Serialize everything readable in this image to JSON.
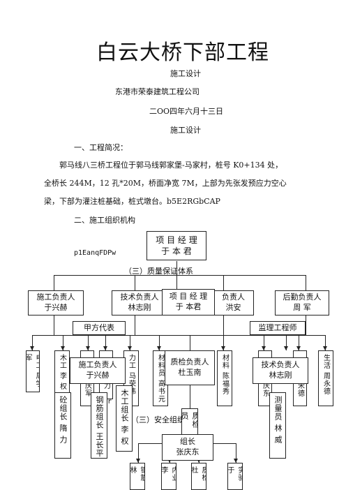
{
  "doc": {
    "title": "白云大桥下部工程",
    "subtitle": "施工设计",
    "company": "东港市荣泰建筑工程公司",
    "date": "二OO四年六月十三日",
    "subtitle2": "施工设计",
    "section1": "一、工程简况：",
    "para_line1": "郭马线八三桥工程位于郭马线郭家堡-马家村，桩号 K0+134 处，",
    "para_line2": "全桥长 244M，12 孔*20M，桥面净宽 7M，上部为先张发预应力空心",
    "para_line3": "梁，下部为灌注桩基础，桩式墩台。b5E2RGbCAP",
    "section2": "二、施工组织机构",
    "code1": "p1EanqFDPw",
    "subsec3": "（三）质量保证体系",
    "subsec_safety": "（三）安全组织",
    "frag_1": "1",
    "frag_r": "r"
  },
  "org": {
    "pm_top": "项 目 经 理\n于 本 君",
    "construction_lead": "施工负责人\n于兴赫",
    "tech_lead": "技术负责人\n林志刚",
    "pm_mid": "项 目 经 理\n于 本君",
    "safety_lead_frag": "负责人\n洪安",
    "logistics_lead": "后勤负责人\n周 军",
    "client_rep": "甲方代表",
    "supervisor": "监理工程师",
    "construction_lead2": "施工负责人\n于兴赫",
    "qc_lead": "质检负责人\n杜玉南",
    "tech_lead2": "技术负责人\n林志刚",
    "group_leader": "组长\n张庆东"
  },
  "verticals": {
    "electrician": "电工 周学军",
    "carpenter": "木工 李 权",
    "worker_frag1": "庆军",
    "worker_frag2": "力",
    "labor_ma": "力工 马荣伟",
    "materials_frag": "材料员 高书元",
    "materials_chen": "材料 陈福秀",
    "worker_qingdong": "庆东",
    "worker_weiguo": "宋德",
    "cook": "生活 周永德",
    "concrete_team": "砼组长 隋 力",
    "rebar_team": "钢筋组长 王长平",
    "wood_team": "木工组长 李 权",
    "qc_officer": "质检员",
    "survey": "测量员 林 威",
    "safety_b1": "钢筋 林",
    "safety_b2": "内业 李",
    "safety_b3": "质检 杜",
    "safety_b4": "实验 于"
  }
}
